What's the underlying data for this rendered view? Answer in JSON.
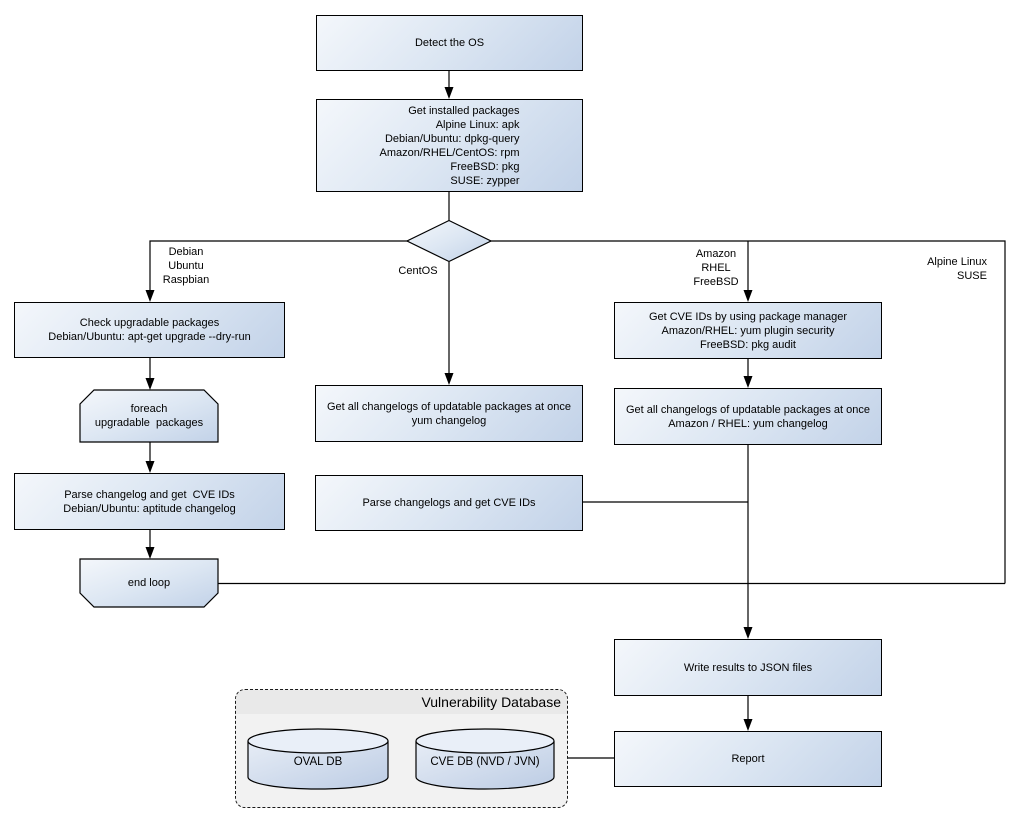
{
  "diagram": {
    "nodes": {
      "detect_os": "Detect the OS",
      "get_installed_packages": "Get installed packages\nAlpine Linux: apk\nDebian/Ubuntu: dpkg-query\nAmazon/RHEL/CentOS: rpm\nFreeBSD: pkg\nSUSE: zypper",
      "check_upgradable": "Check upgradable packages\nDebian/Ubuntu: apt-get upgrade --dry-run",
      "foreach_loop": "foreach\nupgradable  packages",
      "parse_changelog_deb": "Parse changelog and get  CVE IDs\nDebian/Ubuntu: aptitude changelog",
      "end_loop": "end loop",
      "get_changelogs_yum": "Get all changelogs of updatable packages at once\nyum changelog",
      "parse_changelogs_yum": "Parse changelogs and get CVE IDs",
      "get_cve_pkg_manager": "Get CVE IDs by using package manager\nAmazon/RHEL: yum plugin security\nFreeBSD: pkg audit",
      "get_changelogs_amazon": "Get all changelogs of updatable packages at once\nAmazon / RHEL: yum changelog",
      "write_json": "Write results to JSON files",
      "report": "Report"
    },
    "branch_labels": {
      "debian_branch": "Debian\nUbuntu\nRaspbian",
      "centos_branch": "CentOS",
      "amazon_branch": "Amazon\nRHEL\nFreeBSD",
      "alpine_branch": "Alpine Linux\nSUSE"
    },
    "database": {
      "title": "Vulnerability Database",
      "oval_db": "OVAL DB",
      "cve_db": "CVE DB (NVD / JVN)"
    },
    "colors": {
      "node_fill_light": "#f4f7fb",
      "node_fill_dark": "#c2d2e8",
      "node_border": "#000000",
      "connector": "#000000",
      "db_panel_fill": "#f2f2f2",
      "db_panel_strip": "#e9e9e9",
      "cylinder_top": "#e9eff8"
    }
  }
}
